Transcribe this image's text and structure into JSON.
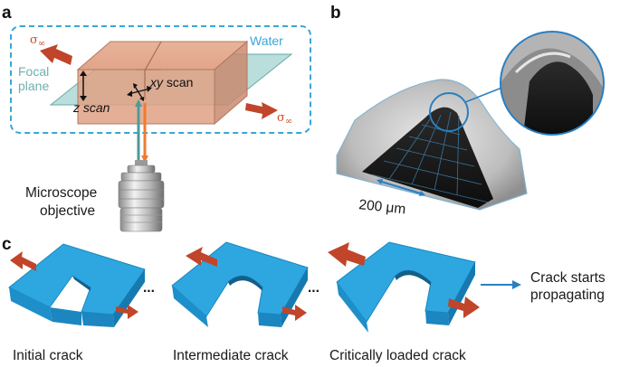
{
  "panels": {
    "a": "a",
    "b": "b",
    "c": "c"
  },
  "panel_a": {
    "water_label": "Water",
    "focal_label_line1": "Focal",
    "focal_label_line2": "plane",
    "sigma_label": "σ",
    "sigma_sub": "∞",
    "z_scan_label": "z scan",
    "xy_italic": "xy",
    "scan_word": " scan",
    "microscope_line1": "Microscope",
    "microscope_line2": "objective"
  },
  "panel_b": {
    "scale_label": "200 μm"
  },
  "panel_c": {
    "ellipsis": "...",
    "arrow_text_line1": "Crack starts",
    "arrow_text_line2": "propagating",
    "captions": [
      "Initial crack",
      "Intermediate crack",
      "Critically loaded crack"
    ]
  },
  "colors": {
    "arrow_red": "#c0452a",
    "water_blue": "#3aa6d8",
    "gel_blue": "#2aa0d8",
    "focal_teal": "#6fb0ae",
    "laser_orange": "#f07a30",
    "laser_teal": "#4f9a98"
  }
}
